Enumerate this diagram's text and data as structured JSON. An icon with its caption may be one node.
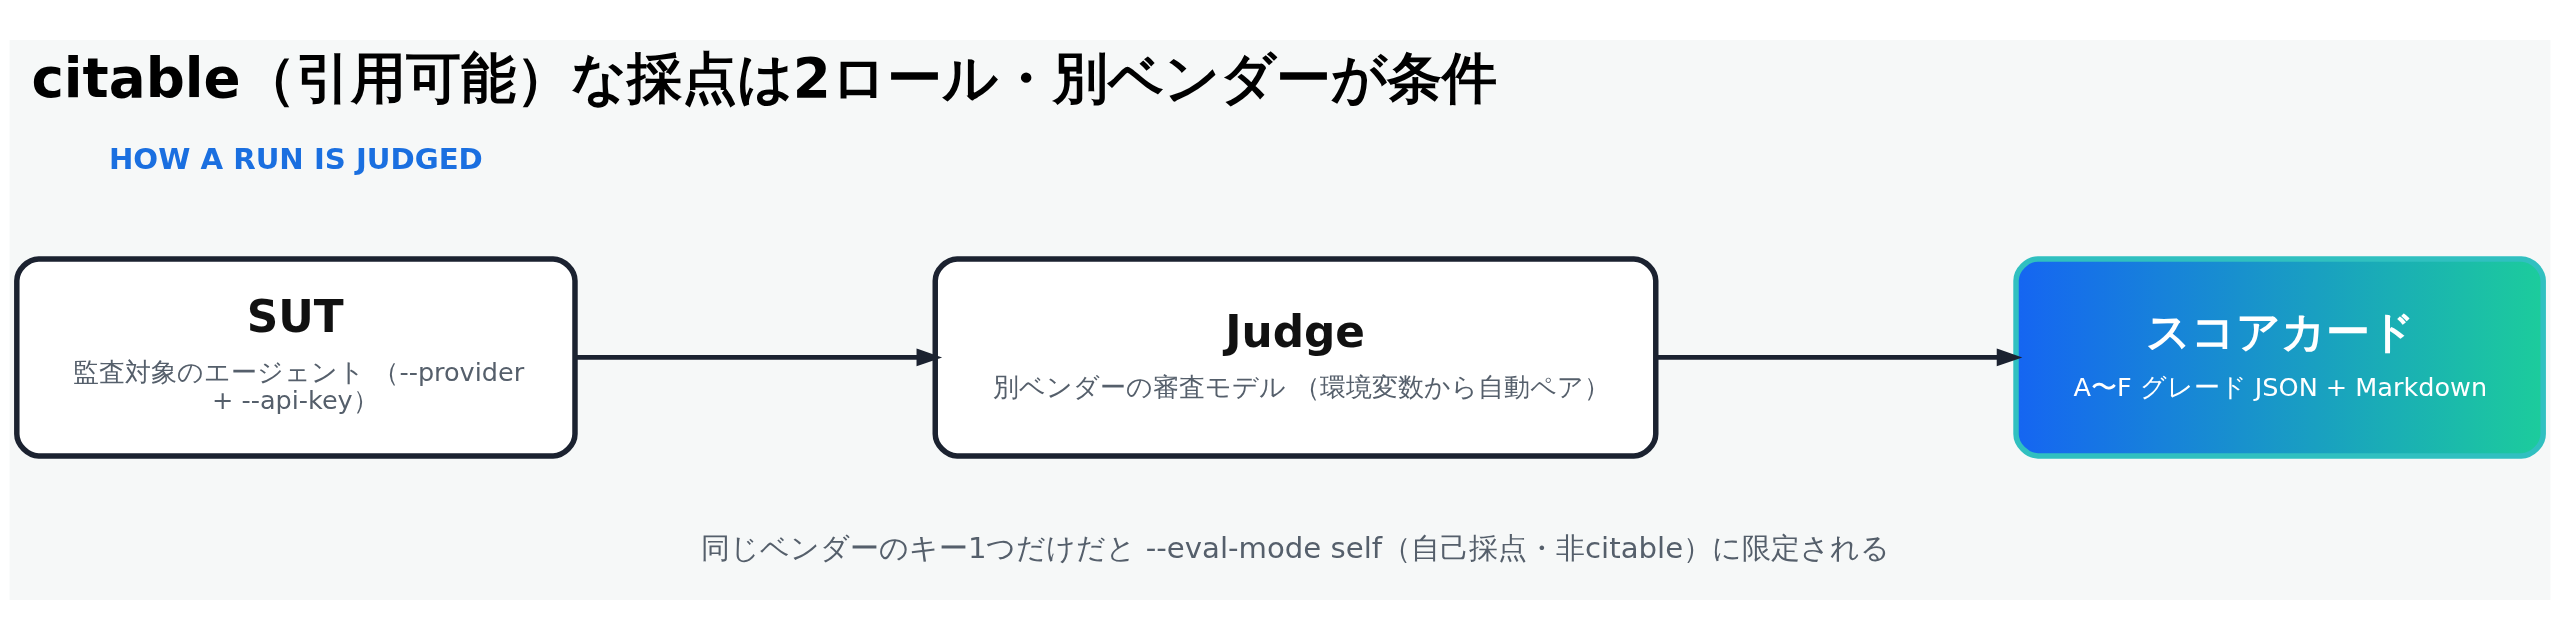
{
  "diagram": {
    "title": "citable（引用可能）な採点は2ロール・別ベンダーが条件",
    "caption": "同じベンダーのキー1つだけだと --eval-mode self（自己採点・非citable）に限定される",
    "nodes": [
      {
        "text": [
          "SUT",
          "監査対象のエージェント （--provider + --api-key）"
        ]
      },
      {
        "text": [
          "Judge",
          "別ベンダーの審査モデル （環境変数から自動ペア）"
        ]
      },
      {
        "text": [
          "スコアカード",
          "A〜F グレード JSON + Markdown"
        ]
      }
    ],
    "edges": [
      {
        "from": 0,
        "to": 1,
        "arrow": "to"
      },
      {
        "from": 1,
        "to": 2,
        "arrow": "to"
      }
    ],
    "labels": [
      "HOW A RUN IS JUDGED"
    ]
  }
}
